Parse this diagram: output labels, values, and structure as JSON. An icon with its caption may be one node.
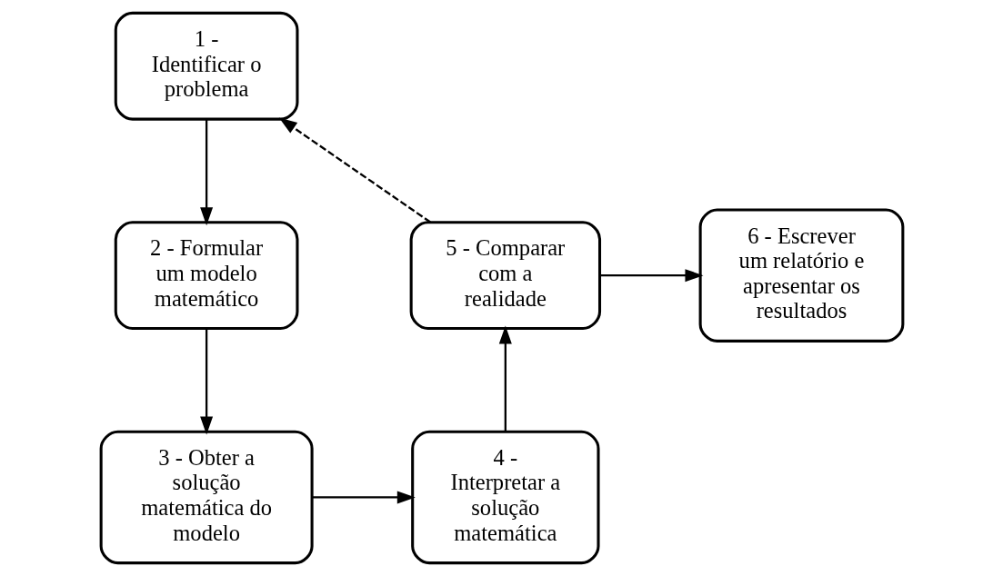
{
  "diagram": {
    "nodes": [
      {
        "text": [
          "1 - Identificar o problema"
        ]
      },
      {
        "text": [
          "2 - Formular um modelo matemático"
        ]
      },
      {
        "text": [
          "3 - Obter a solução matemática do modelo"
        ]
      },
      {
        "text": [
          "4 - Interpretar a solução matemática"
        ]
      },
      {
        "text": [
          "5 - Comparar com a realidade"
        ]
      },
      {
        "text": [
          "6 - Escrever um relatório e apresentar os resultados"
        ]
      }
    ],
    "edges": [
      {
        "from": 0,
        "to": 1,
        "arrow": "to"
      },
      {
        "from": 1,
        "to": 2,
        "arrow": "to"
      },
      {
        "from": 2,
        "to": 3,
        "arrow": "to"
      },
      {
        "from": 3,
        "to": 4,
        "arrow": "to"
      },
      {
        "from": 4,
        "to": 0,
        "arrow": "to",
        "style": "dashed"
      },
      {
        "from": 4,
        "to": 5,
        "arrow": "to"
      }
    ]
  }
}
